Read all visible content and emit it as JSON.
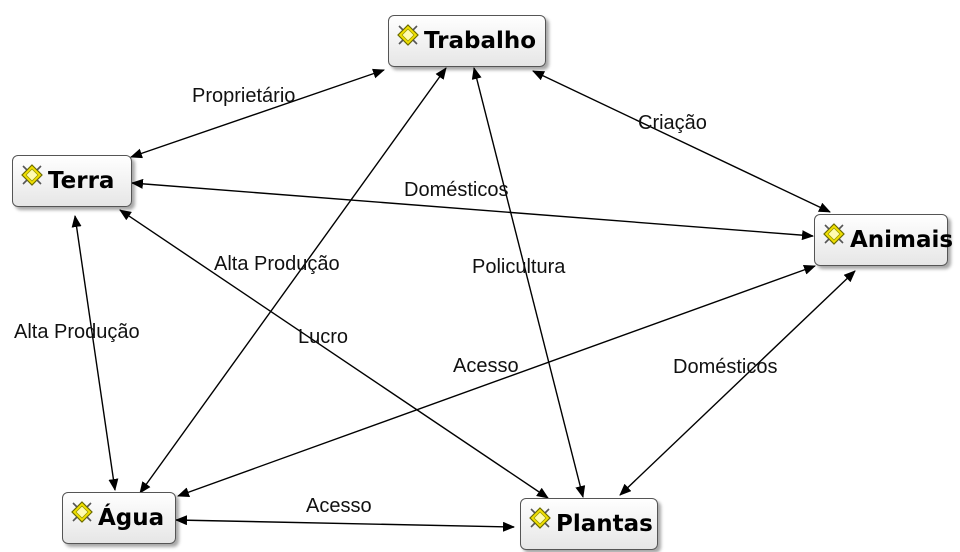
{
  "nodes": {
    "trabalho": "Trabalho",
    "terra": "Terra",
    "animais": "Animais",
    "agua": "Água",
    "plantas": "Plantas"
  },
  "edge_labels": {
    "terra_trabalho": "Proprietário",
    "trabalho_animais": "Criação",
    "terra_animais": "Domésticos",
    "agua_trabalho": "Alta Produção",
    "trabalho_plantas": "Policultura",
    "terra_agua": "Alta Produção",
    "terra_plantas": "Lucro",
    "agua_animais": "Acesso",
    "animais_plantas": "Domésticos",
    "agua_plantas": "Acesso"
  },
  "icon": "concept-node-icon"
}
